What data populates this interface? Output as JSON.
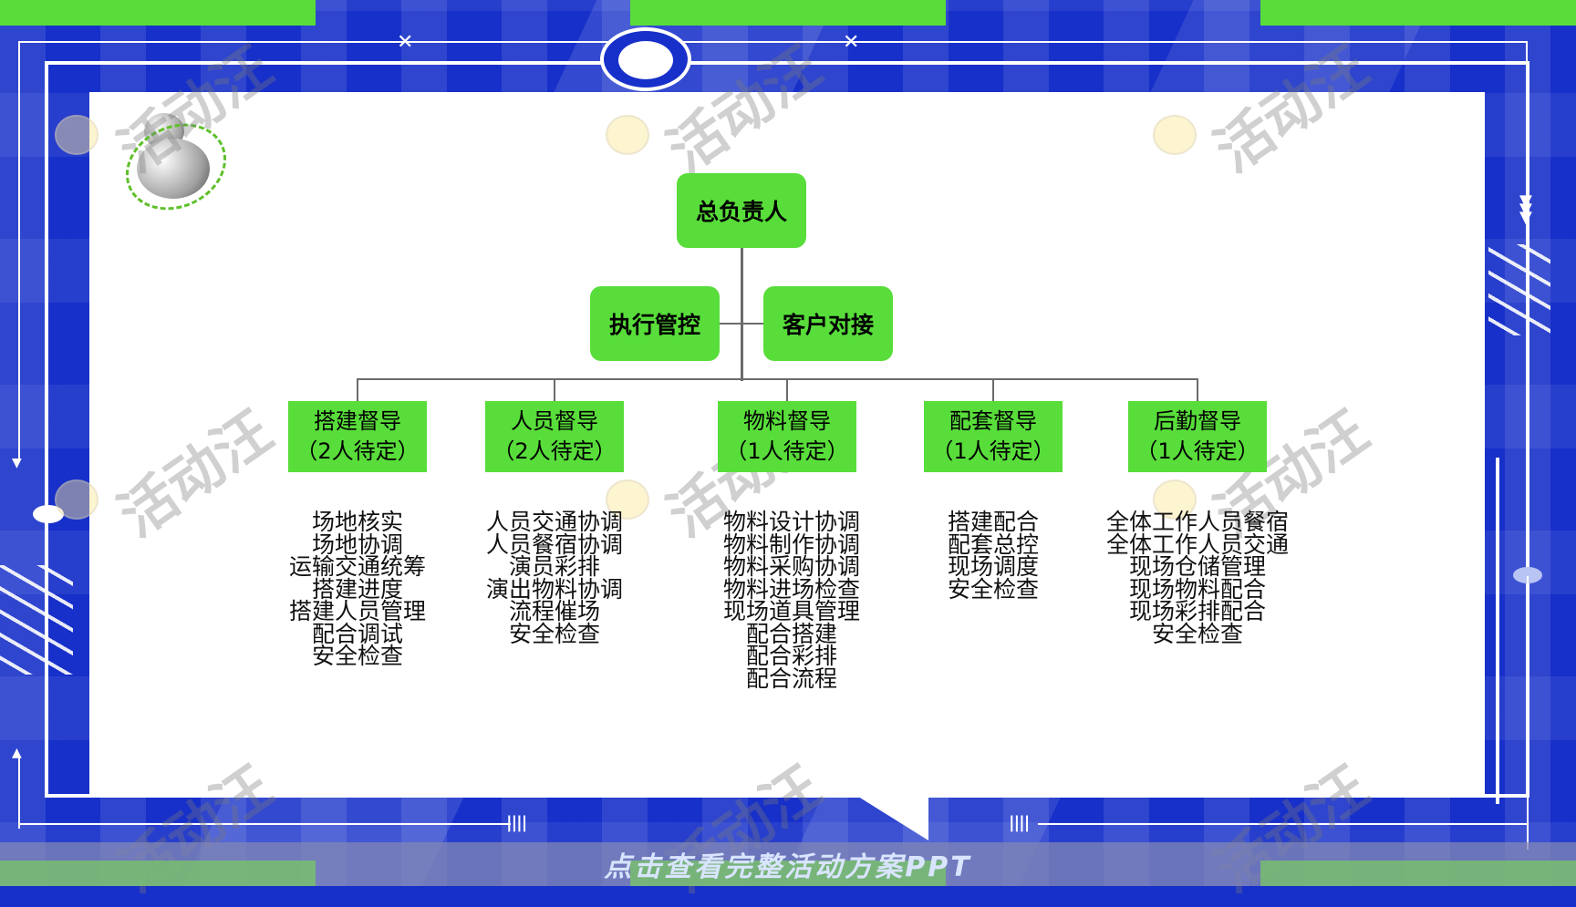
{
  "org_chart": {
    "root": {
      "label": "总负责人"
    },
    "assistants": [
      {
        "label": "执行管控"
      },
      {
        "label": "客户对接"
      }
    ],
    "departments": [
      {
        "title": "搭建督导",
        "staff": "（2人待定）",
        "duties": [
          "场地核实",
          "场地协调",
          "运输交通统筹",
          "搭建进度",
          "搭建人员管理",
          "配合调试",
          "安全检查"
        ]
      },
      {
        "title": "人员督导",
        "staff": "（2人待定）",
        "duties": [
          "人员交通协调",
          "人员餐宿协调",
          "演员彩排",
          "演出物料协调",
          "流程催场",
          "安全检查"
        ]
      },
      {
        "title": "物料督导",
        "staff": "（1人待定）",
        "duties": [
          "物料设计协调",
          "物料制作协调",
          "物料采购协调",
          "物料进场检查",
          "现场道具管理",
          "配合搭建",
          "配合彩排",
          "配合流程"
        ]
      },
      {
        "title": "配套督导",
        "staff": "（1人待定）",
        "duties": [
          "搭建配合",
          "配套总控",
          "现场调度",
          "安全检查"
        ]
      },
      {
        "title": "后勤督导",
        "staff": "（1人待定）",
        "duties": [
          "全体工作人员餐宿",
          "全体工作人员交通",
          "现场仓储管理",
          "现场物料配合",
          "现场彩排配合",
          "安全检查"
        ]
      }
    ]
  },
  "watermark": {
    "text": "活动汪"
  },
  "footer": {
    "link_text": "点击查看完整活动方案PPT"
  },
  "colors": {
    "accent_green": "#58dd3a",
    "frame_blue": "#1730c9",
    "connector": "#6b6b6b"
  }
}
